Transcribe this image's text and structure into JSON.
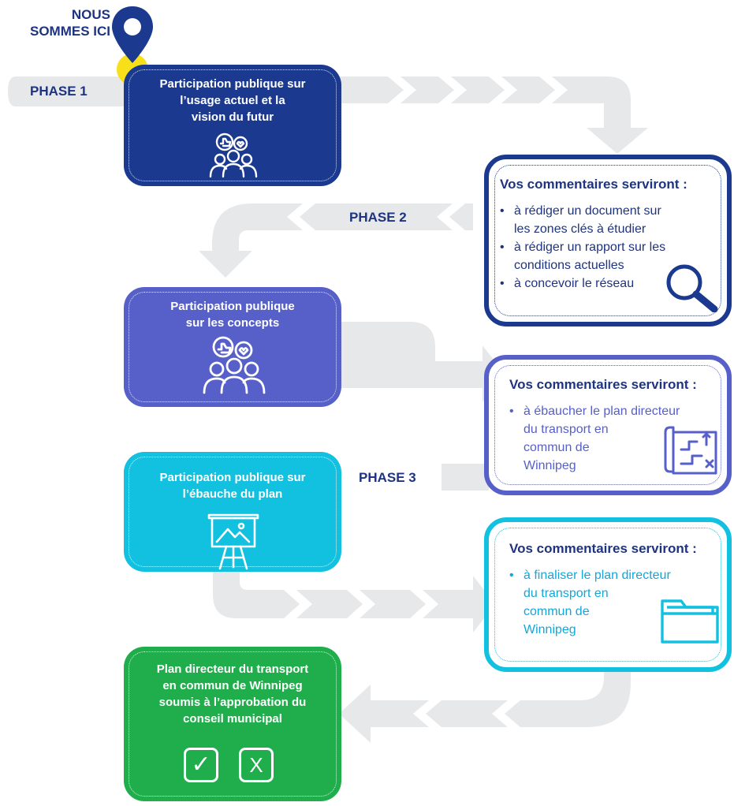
{
  "pin": {
    "line1": "NOUS",
    "line2": "SOMMES ICI"
  },
  "phases": {
    "p1": "PHASE 1",
    "p2": "PHASE 2",
    "p3": "PHASE 3"
  },
  "boxes": {
    "b1": {
      "lines": [
        "Participation publique sur",
        "l’usage actuel et la",
        "vision du futur"
      ],
      "color": "#1b3a8f"
    },
    "b2": {
      "lines": [
        "Participation publique",
        "sur les concepts"
      ],
      "color": "#5660c8"
    },
    "b3": {
      "lines": [
        "Participation publique sur",
        "l’ébauche du plan"
      ],
      "color": "#12c0e0"
    },
    "b4": {
      "lines": [
        "Plan directeur du transport",
        "en commun de Winnipeg",
        "soumis à l’approbation du",
        "conseil municipal"
      ],
      "color": "#1fae4b"
    }
  },
  "comments": {
    "c1": {
      "title": "Vos commentaires serviront :",
      "items": [
        [
          "à rédiger un document sur",
          "les zones clés à étudier"
        ],
        [
          "à rédiger un rapport sur les",
          "conditions actuelles"
        ],
        [
          "à concevoir le réseau"
        ]
      ],
      "border": "#1b3a8f",
      "icon": "magnifier-icon"
    },
    "c2": {
      "title": "Vos commentaires serviront :",
      "items": [
        [
          "à ébaucher le plan directeur",
          "du transport en",
          "commun de",
          "Winnipeg"
        ]
      ],
      "border": "#5660c8",
      "icon": "map-route-icon"
    },
    "c3": {
      "title": "Vos commentaires serviront :",
      "items": [
        [
          "à finaliser le plan directeur",
          "du transport en",
          "commun de",
          "Winnipeg"
        ]
      ],
      "border": "#12c0e0",
      "icon": "folder-icon"
    }
  },
  "approval": {
    "check_symbol": "✓",
    "reject_symbol": "X"
  },
  "colors": {
    "arrow": "#e7e8ea",
    "text": "#1e3480",
    "pin": "#1b3a8f",
    "pin_dot": "#f7e01a"
  }
}
